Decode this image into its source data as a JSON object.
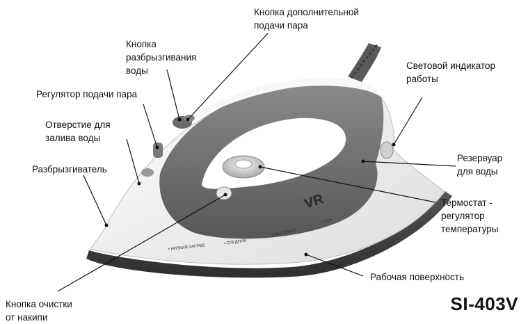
{
  "labels": {
    "extra_steam_button": "Кнопка дополнительной\nподачи пара",
    "spray_button": "Кнопка\nразбрызгивания\nводы",
    "steam_regulator": "Регулятор подачи пара",
    "water_inlet": "Отверстие для\nзалива воды",
    "sprayer": "Разбрызгиватель",
    "indicator_light": "Световой индикатор\nработы",
    "water_tank": "Резервуар\nдля воды",
    "thermostat": "Термостат -\nрегулятор\nтемпературы",
    "soleplate": "Рабочая поверхность",
    "self_clean_button": "Кнопка очистки\nот накипи"
  },
  "model": "SI-403V",
  "iron_text": {
    "brand": "VR",
    "dial_marks": [
      "• НИЗКИЙ ЗАГРЕВ",
      "• СРЕДНИЙ",
      "• ВЫСОКИЙ",
      "• ЛЕН"
    ]
  },
  "colors": {
    "body_dark": "#6e6e6e",
    "body_light": "#f2f2f2",
    "soleplate": "#3f3f3f",
    "line": "#111111"
  }
}
